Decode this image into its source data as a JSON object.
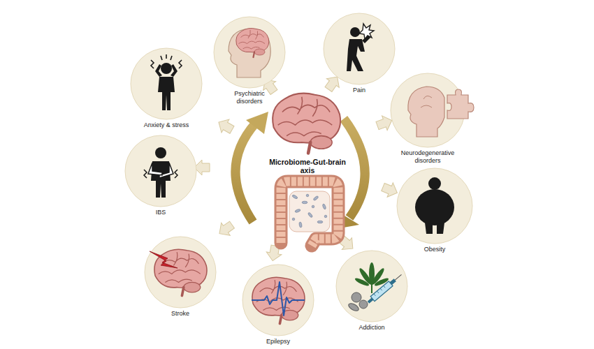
{
  "diagram": {
    "nodes": [
      {
        "text": [
          "Psychiatric disorders"
        ]
      },
      {
        "text": [
          "Pain"
        ]
      },
      {
        "text": [
          "Anxiety & stress"
        ]
      },
      {
        "text": [
          "Neurodegenerative disorders"
        ]
      },
      {
        "text": [
          "IBS"
        ]
      },
      {
        "text": [
          "Obesity"
        ]
      },
      {
        "text": [
          "Stroke"
        ]
      },
      {
        "text": [
          "Addiction"
        ]
      },
      {
        "text": [
          "Epilepsy"
        ]
      }
    ],
    "labels": [
      "Microbiome-Gut-brain axis"
    ]
  }
}
